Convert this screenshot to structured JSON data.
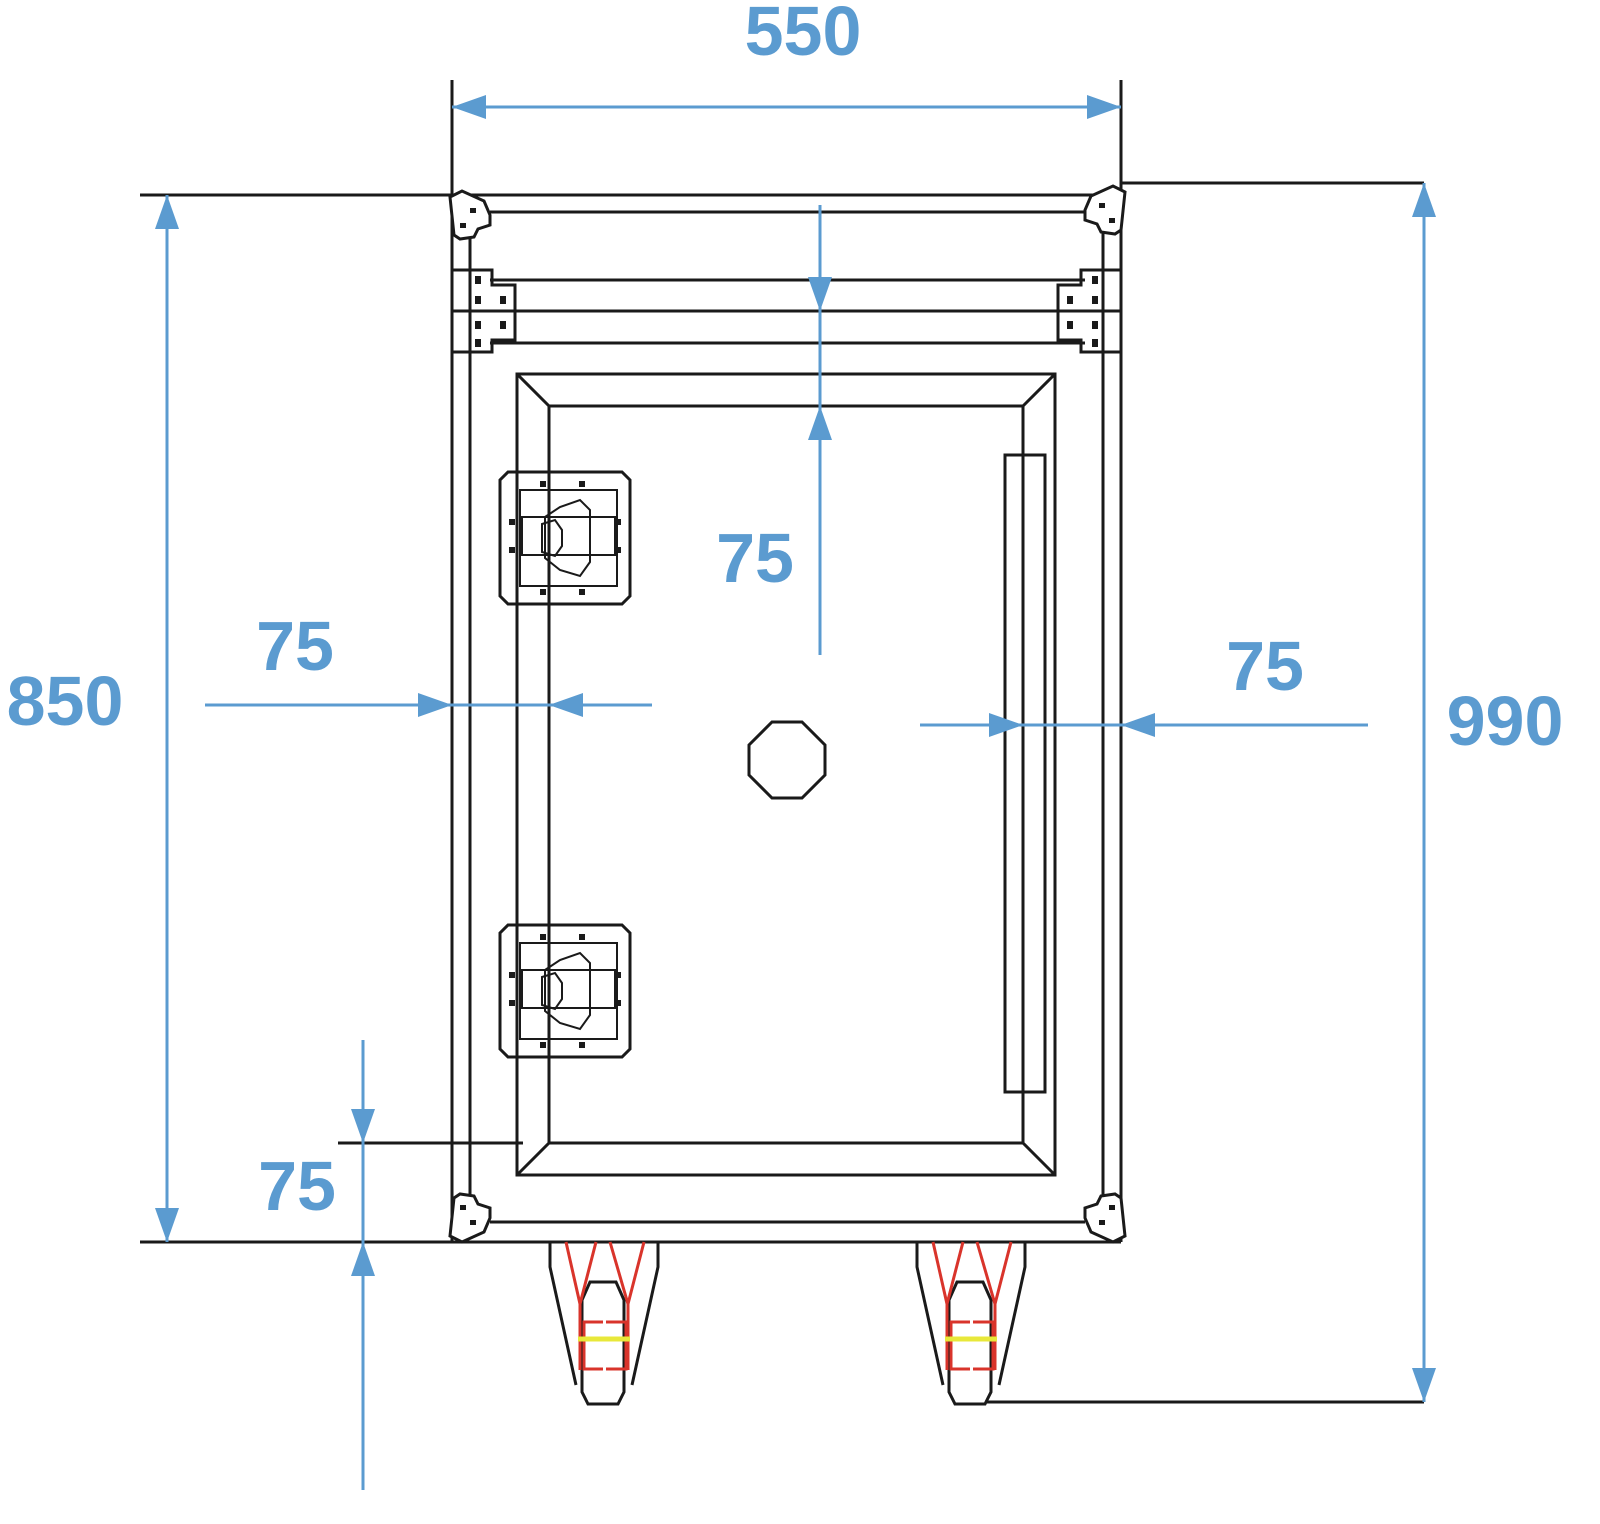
{
  "title": "Flight case rack front view dimensions",
  "colors": {
    "dimension": "#5b9bd0",
    "line": "#1a1a1a",
    "wheel_accent": "#d9342b",
    "axle": "#e8e83a"
  },
  "dimensions": {
    "width": "550",
    "height_case": "850",
    "height_total": "990",
    "rail_top": "75",
    "rail_left": "75",
    "rail_right": "75",
    "rail_bottom": "75"
  }
}
